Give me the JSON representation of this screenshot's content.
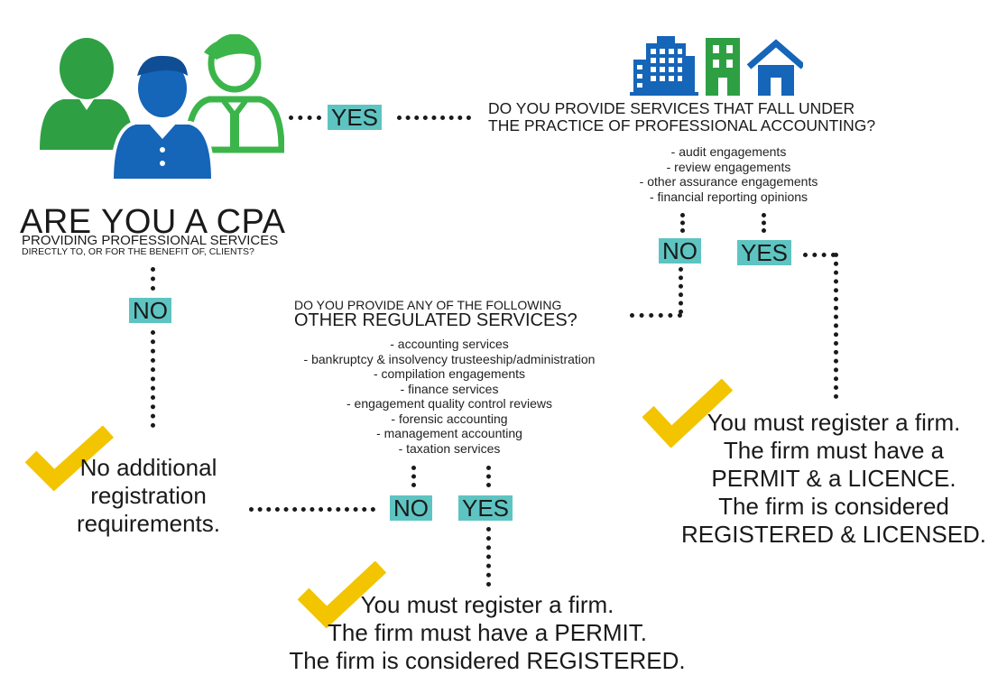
{
  "start": {
    "title": "ARE YOU A CPA",
    "line1": "PROVIDING PROFESSIONAL SERVICES",
    "line2": "DIRECTLY TO, OR FOR THE BENEFIT OF, CLIENTS?"
  },
  "q1": {
    "line1": "DO YOU PROVIDE SERVICES THAT FALL UNDER",
    "line2": "THE PRACTICE OF PROFESSIONAL ACCOUNTING?",
    "items": [
      "- audit engagements",
      "- review engagements",
      "- other assurance engagements",
      "- financial reporting opinions"
    ]
  },
  "q2": {
    "line1": "DO YOU PROVIDE ANY OF THE FOLLOWING",
    "line2": "OTHER REGULATED SERVICES?",
    "items": [
      "- accounting services",
      "- bankruptcy & insolvency trusteeship/administration",
      "- compilation engagements",
      "- finance services",
      "- engagement quality control reviews",
      "- forensic accounting",
      "- management accounting",
      "- taxation services"
    ]
  },
  "labels": {
    "yes_top": "YES",
    "no_cpa": "NO",
    "no_q1": "NO",
    "yes_q1": "YES",
    "no_q2": "NO",
    "yes_q2": "YES"
  },
  "outcomes": {
    "none": [
      "No additional",
      "registration",
      "requirements."
    ],
    "licensed": [
      "You must register a firm.",
      "The firm must have a",
      "PERMIT & a LICENCE.",
      "The firm is considered",
      "REGISTERED & LICENSED."
    ],
    "registered": [
      "You must register a firm.",
      "The firm must have a PERMIT.",
      "The firm is considered REGISTERED."
    ]
  },
  "colors": {
    "green": "#2ea043",
    "blue": "#1565b8",
    "light_green": "#3bb54a",
    "teal": "#5ec4c2",
    "check": "#f2c500"
  }
}
